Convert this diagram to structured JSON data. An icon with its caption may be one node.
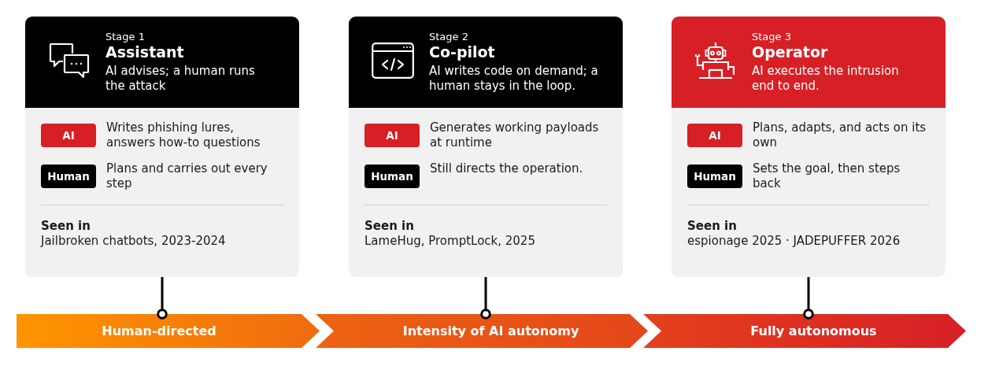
{
  "diagram": {
    "nodes": [
      {
        "text": [
          "Seen in",
          "Jailbroken chatbots, 2023-2024"
        ]
      },
      {
        "text": [
          "Stage 1",
          "Assistant",
          "AI advises; a human runs the attack"
        ],
        "in": 0
      },
      {
        "text": [
          "AI"
        ],
        "in": 0,
        "beside": [
          "Writes phishing lures, answers how-to questions"
        ]
      },
      {
        "text": [
          "Human"
        ],
        "in": 0,
        "beside": [
          "Plans and carries out every step"
        ]
      },
      {
        "text": [
          "Seen in",
          "LameHug, PromptLock, 2025"
        ]
      },
      {
        "text": [
          "Stage 2",
          "Co-pilot",
          "AI writes code on demand; a human stays in the loop."
        ],
        "in": 4
      },
      {
        "text": [
          "AI"
        ],
        "in": 4,
        "beside": [
          "Generates working payloads at runtime"
        ]
      },
      {
        "text": [
          "Human"
        ],
        "in": 4,
        "beside": [
          "Still directs the operation."
        ]
      },
      {
        "text": [
          "Seen in",
          "espionage 2025 · JADEPUFFER 2026"
        ]
      },
      {
        "text": [
          "Stage 3",
          "Operator",
          "AI executes the intrusion end to end."
        ],
        "in": 8
      },
      {
        "text": [
          "AI"
        ],
        "in": 8,
        "beside": [
          "Plans, adapts, and acts on its own"
        ]
      },
      {
        "text": [
          "Human"
        ],
        "in": 8,
        "beside": [
          "Sets the goal, then steps back"
        ]
      },
      {
        "text": [
          "Human-directed"
        ]
      },
      {
        "text": [
          "Intensity of AI autonomy"
        ]
      },
      {
        "text": [
          "Fully autonomous"
        ]
      }
    ],
    "edges": [
      {
        "from": 0,
        "to": 12,
        "arrow": "other"
      },
      {
        "from": 4,
        "to": 13,
        "arrow": "other"
      },
      {
        "from": 8,
        "to": 14,
        "arrow": "other"
      }
    ]
  }
}
